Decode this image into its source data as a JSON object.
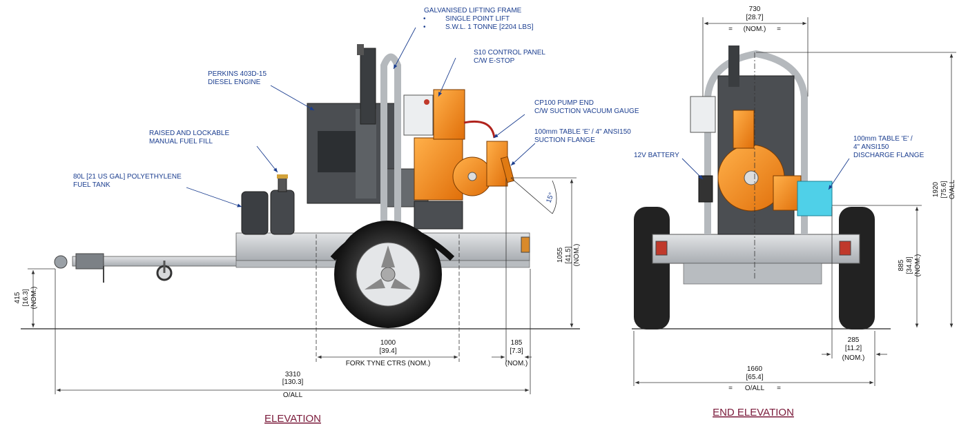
{
  "views": {
    "elevation": {
      "title": "ELEVATION"
    },
    "end_elevation": {
      "title": "END ELEVATION"
    }
  },
  "callouts": {
    "lifting_frame": [
      "GALVANISED LIFTING FRAME",
      "SINGLE POINT LIFT",
      "S.W.L. 1 TONNE [2204 LBS]"
    ],
    "control_panel": [
      "S10 CONTROL PANEL",
      "C/W E-STOP"
    ],
    "engine": [
      "PERKINS 403D-15",
      "DIESEL ENGINE"
    ],
    "pump_end": [
      "CP100 PUMP END",
      "C/W SUCTION VACUUM GAUGE"
    ],
    "fuel_fill": [
      "RAISED AND LOCKABLE",
      "MANUAL FUEL FILL"
    ],
    "suction_flange": [
      "100mm TABLE 'E' / 4\" ANSI150",
      "SUCTION FLANGE"
    ],
    "fuel_tank": [
      "80L [21 US GAL] POLYETHYLENE",
      "FUEL TANK"
    ],
    "angle": "15°",
    "battery": "12V BATTERY",
    "discharge_flange": [
      "100mm TABLE 'E' /",
      "4\" ANSI150",
      "DISCHARGE FLANGE"
    ]
  },
  "dimensions": {
    "overall_length": [
      "3310",
      "[130.3]",
      "O/ALL"
    ],
    "fork_tyne": [
      "1000",
      "[39.4]",
      "FORK TYNE CTRS (NOM.)"
    ],
    "suction_offset": [
      "185",
      "[7.3]",
      "(NOM.)"
    ],
    "suction_height": [
      "1055",
      "[41.5]",
      "(NOM.)"
    ],
    "hitch_height": [
      "415",
      "[16.3]",
      "(NOM.)"
    ],
    "overall_width_top": [
      "730",
      "[28.7]",
      "=",
      "(NOM.)",
      "="
    ],
    "overall_width": [
      "1660",
      "[65.4]",
      "=",
      "O/ALL",
      "="
    ],
    "discharge_offset": [
      "285",
      "[11.2]",
      "(NOM.)"
    ],
    "discharge_height": [
      "885",
      "[34.8]",
      "(NOM.)"
    ],
    "overall_height": [
      "1920",
      "[75.6]",
      "O/ALL"
    ]
  },
  "colors": {
    "label_blue": "#1a3d8f",
    "pump_orange": "#f28c1e",
    "flange_cyan": "#4fd0e8",
    "galvanised": "#c9ccd0",
    "title": "#7a1a3a"
  }
}
